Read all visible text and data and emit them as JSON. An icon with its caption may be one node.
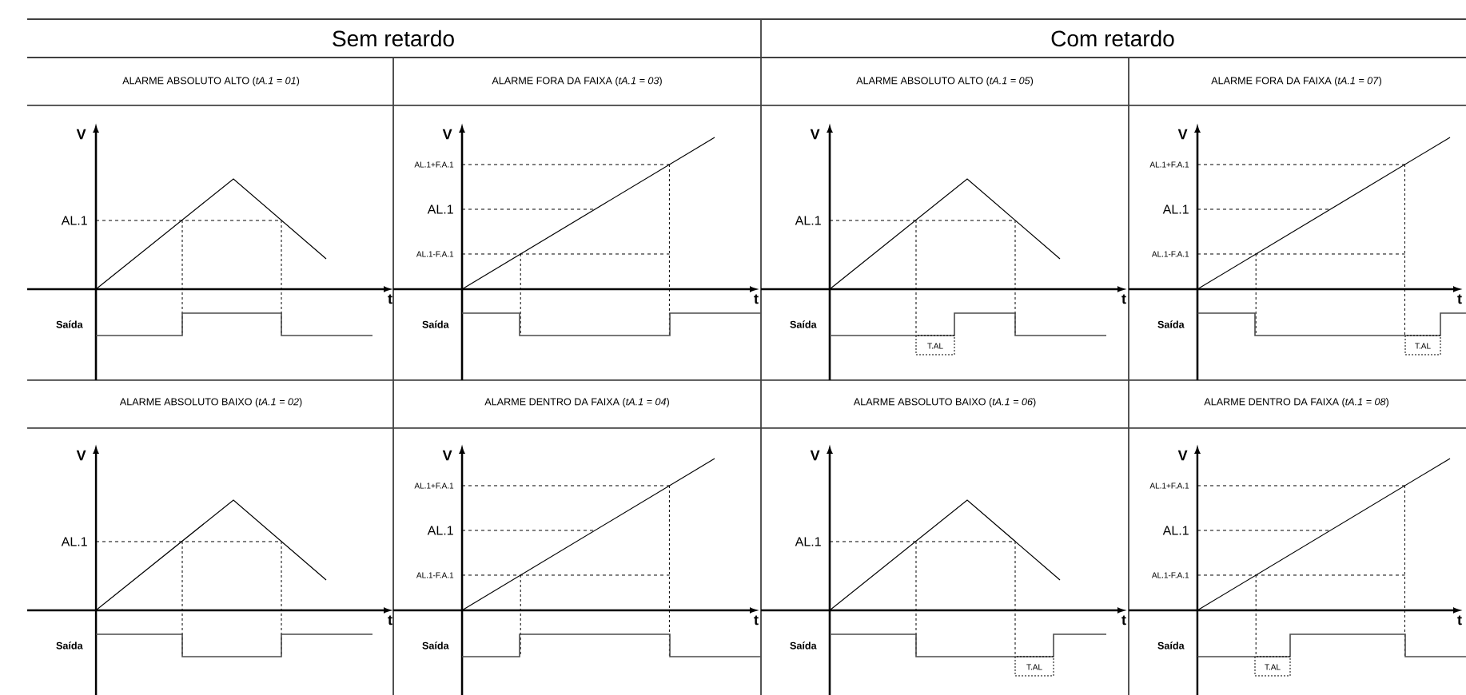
{
  "diagram": {
    "labels": [
      "Sem retardo",
      "Com retardo",
      "ALARME ABSOLUTO ALTO (*tA.1 = 01*)",
      "V",
      "AL.1",
      "t",
      "Saída",
      "ALARME FORA DA FAIXA (*tA.1 = 03*)",
      "V",
      "AL.1+F.A.1",
      "AL.1",
      "AL.1-F.A.1",
      "t",
      "Saída",
      "ALARME ABSOLUTO ALTO (*tA.1 = 05*)",
      "V",
      "AL.1",
      "t",
      "Saída",
      "T.AL",
      "ALARME FORA DA FAIXA (*tA.1 = 07*)",
      "V",
      "AL.1+F.A.1",
      "AL.1",
      "AL.1-F.A.1",
      "t",
      "Saída",
      "T.AL",
      "ALARME ABSOLUTO BAIXO (*tA.1 = 02*)",
      "V",
      "AL.1",
      "t",
      "Saída",
      "ALARME DENTRO DA FAIXA (*tA.1 = 04*)",
      "V",
      "AL.1+F.A.1",
      "AL.1",
      "AL.1-F.A.1",
      "t",
      "Saída",
      "ALARME ABSOLUTO BAIXO (*tA.1 = 06*)",
      "V",
      "AL.1",
      "t",
      "Saída",
      "T.AL",
      "ALARME DENTRO DA FAIXA (*tA.1 = 08*)",
      "V",
      "AL.1+F.A.1",
      "AL.1",
      "AL.1-F.A.1",
      "t",
      "Saída",
      "T.AL"
    ]
  }
}
